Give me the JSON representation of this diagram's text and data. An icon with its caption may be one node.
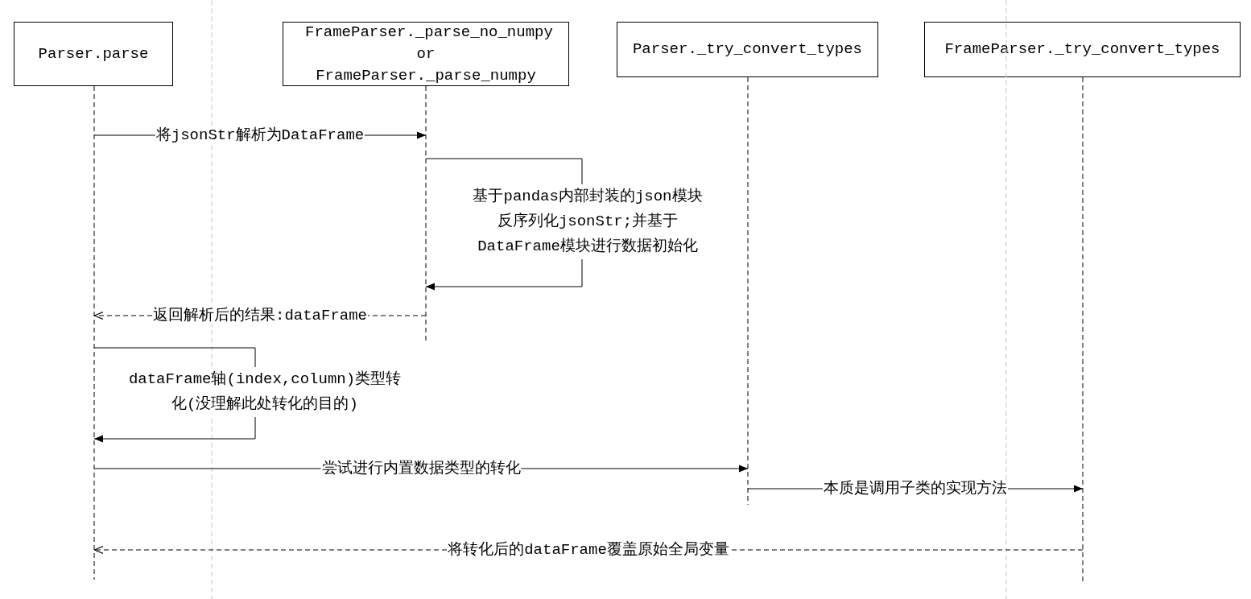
{
  "diagram": {
    "nodes": [
      {
        "text": [
          "Parser.parse"
        ]
      },
      {
        "text": [
          "FrameParser._parse_no_numpy or FrameParser._parse_numpy"
        ]
      },
      {
        "text": [
          "Parser._try_convert_types"
        ]
      },
      {
        "text": [
          "FrameParser._try_convert_types"
        ]
      }
    ],
    "edges": [
      {
        "from": 0,
        "to": 1,
        "arrow": "to",
        "label": "将jsonStr解析为DataFrame"
      },
      {
        "from": 1,
        "to": 1,
        "arrow": "to",
        "label": "基于pandas内部封装的json模块反序列化jsonStr;并基于DataFrame模块进行数据初始化"
      },
      {
        "from": 1,
        "to": 0,
        "arrow": "to",
        "style": "dashed",
        "label": "返回解析后的结果:dataFrame"
      },
      {
        "from": 0,
        "to": 0,
        "arrow": "to",
        "label": "dataFrame轴(index,column)类型转化(没理解此处转化的目的)"
      },
      {
        "from": 0,
        "to": 2,
        "arrow": "to",
        "label": "尝试进行内置数据类型的转化"
      },
      {
        "from": 2,
        "to": 3,
        "arrow": "to",
        "label": "本质是调用子类的实现方法"
      },
      {
        "from": 3,
        "to": 0,
        "arrow": "to",
        "style": "dashed",
        "label": "将转化后的dataFrame覆盖原始全局变量"
      }
    ]
  }
}
